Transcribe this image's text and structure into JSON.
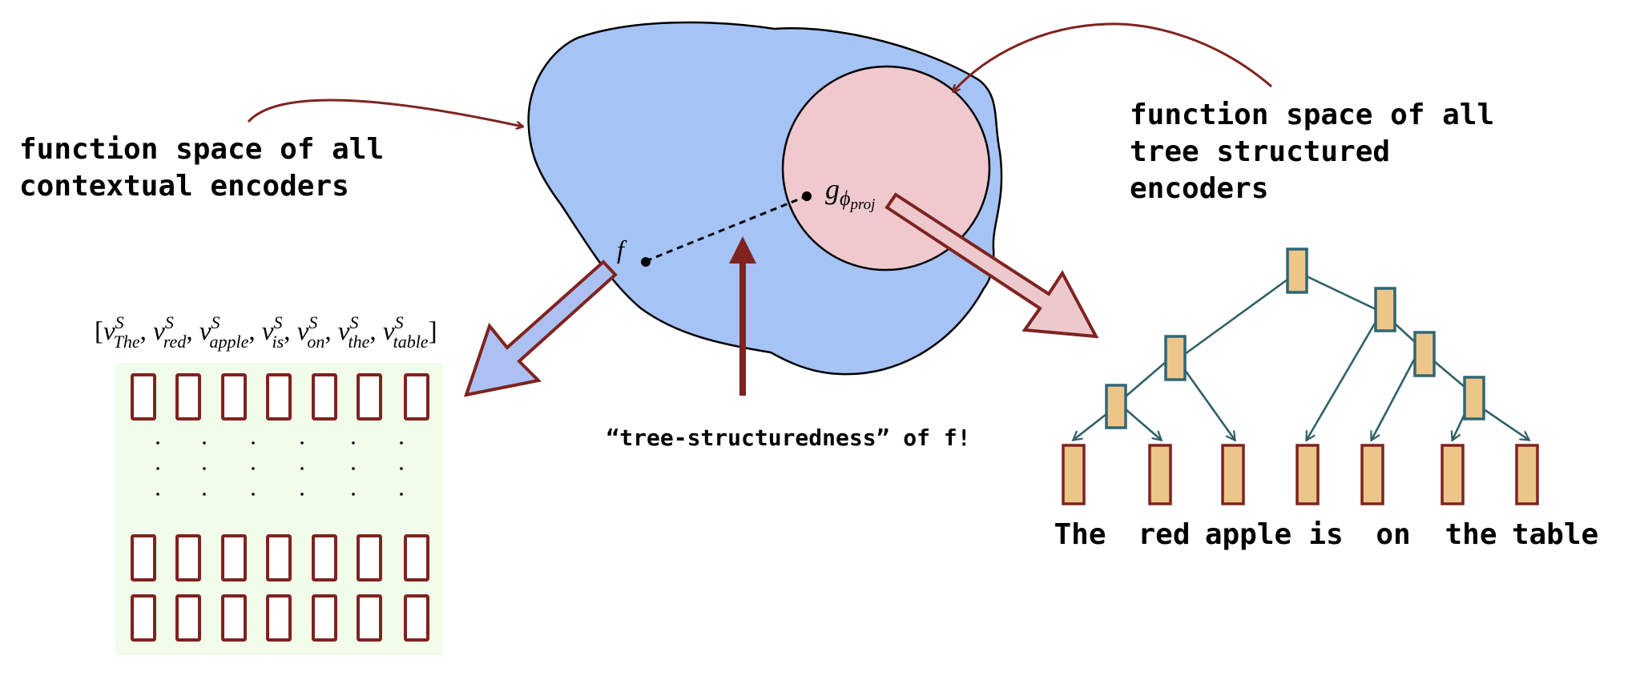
{
  "labels": {
    "contextual_space": [
      "function space of all",
      "contextual encoders"
    ],
    "tree_space": [
      "function space of all",
      "tree structured",
      "encoders"
    ],
    "caption": "“tree-structuredness” of f!",
    "f_point": "f",
    "g_point": {
      "base": "g",
      "sub": "ϕ",
      "subsub": "proj"
    }
  },
  "vector_label": {
    "open": "[",
    "close": "]",
    "superscript": "S",
    "base": "v",
    "tokens": [
      "The",
      "red",
      "apple",
      "is",
      "on",
      "the",
      "table"
    ]
  },
  "matrix": {
    "columns": 7,
    "top_rows": 1,
    "bottom_rows": 2,
    "ellipsis_columns": 6,
    "ellipsis_rows": 3
  },
  "tree": {
    "words": [
      "The",
      "red",
      "apple",
      "is",
      "on",
      "the",
      "table"
    ],
    "structure": "((((The red) apple) (is (on (the table)))))"
  },
  "colors": {
    "outer_space": "#a5c3f5",
    "inner_space": "#f0c9cf",
    "dark_red": "#7f2320",
    "proj_arrow_blue": "#acc1f1",
    "proj_arrow_pink": "#edc9ce",
    "tree_node_fill": "#ecc589",
    "tree_edge": "#2f6168",
    "tree_node_border": "#2f6675",
    "matrix_bg": "#f1fdea"
  }
}
